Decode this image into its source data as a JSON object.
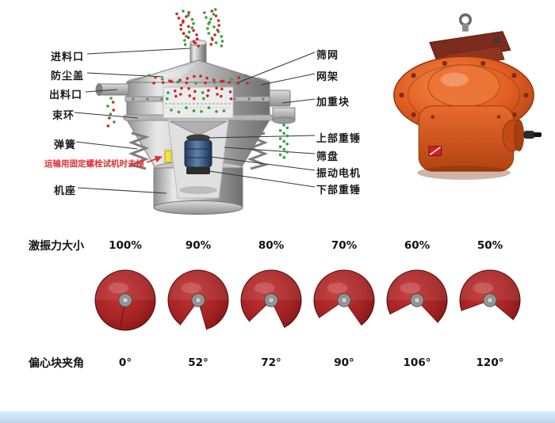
{
  "machine": {
    "left_labels": [
      "进料口",
      "防尘盖",
      "出料口",
      "束环",
      "弹簧",
      "机座"
    ],
    "warning": "运输用固定螺栓试机时去掉",
    "right_labels": [
      "筛网",
      "网架",
      "加重块",
      "上部重锤",
      "筛盘",
      "振动电机",
      "下部重锤"
    ]
  },
  "chart_data": {
    "type": "table",
    "force_title": "激振力大小",
    "angle_title": "偏心块夹角",
    "columns": [
      {
        "force": "100%",
        "angle": "0°"
      },
      {
        "force": "90%",
        "angle": "52°"
      },
      {
        "force": "80%",
        "angle": "72°"
      },
      {
        "force": "70%",
        "angle": "90°"
      },
      {
        "force": "60%",
        "angle": "106°"
      },
      {
        "force": "50%",
        "angle": "120°"
      }
    ]
  },
  "colors": {
    "particle_red": "#cc2626",
    "particle_green": "#33a23d",
    "disc_red": "#a32222",
    "warning_red": "#e03030",
    "motor_orange": "#d95b22",
    "footer_blue": "#bfd9ec"
  }
}
